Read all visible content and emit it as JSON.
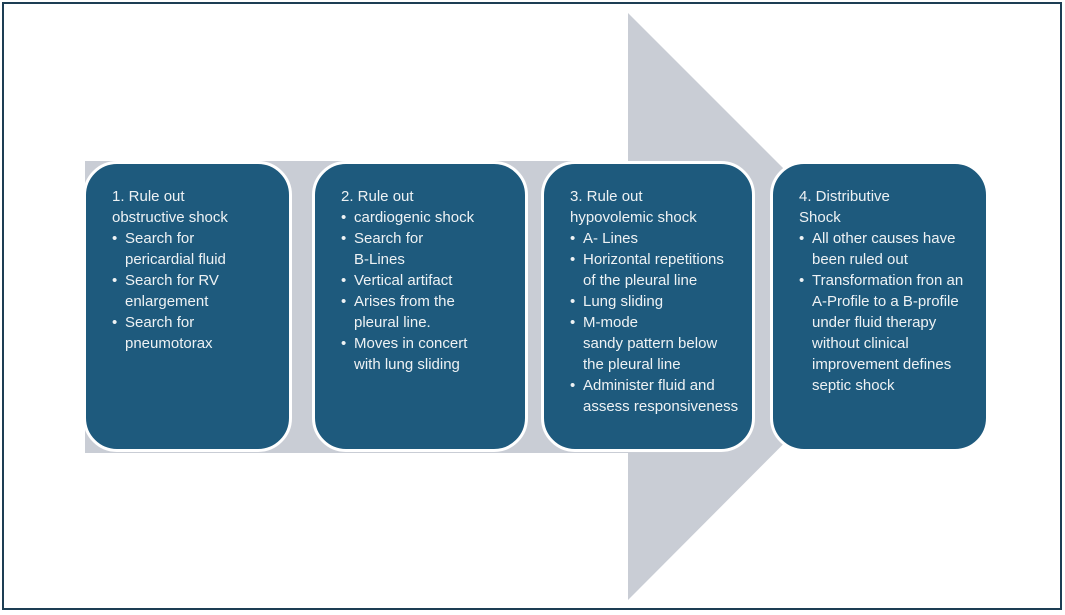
{
  "bullet_char": "•",
  "colors": {
    "box_fill": "#1e5a7d",
    "arrow_fill": "#c9cdd5",
    "frame_border": "#1d3e54",
    "text": "#eef2f4",
    "background": "#ffffff"
  },
  "diagram": {
    "type": "process-arrow",
    "direction": "right",
    "boxes": [
      {
        "heading": "1. Rule out\nobstructive shock",
        "bullets": [
          "Search for\npericardial fluid",
          "Search for RV\nenlargement",
          "Search for\npneumotorax"
        ]
      },
      {
        "heading": "2. Rule out",
        "bullets": [
          "cardiogenic shock",
          "Search for\nB-Lines",
          "Vertical artifact",
          "Arises from the\npleural line.",
          "Moves in concert\nwith lung sliding"
        ]
      },
      {
        "heading": "3. Rule out\nhypovolemic shock",
        "bullets": [
          "A- Lines",
          "Horizontal repetitions\nof the pleural line",
          "Lung sliding",
          "M-mode\nsandy pattern below\nthe pleural line",
          "Administer fluid and\nassess responsiveness"
        ]
      },
      {
        "heading": "4. Distributive\nShock",
        "bullets": [
          "All other causes have\nbeen ruled out",
          "Transformation fron an\nA-Profile to a B-profile\nunder fluid therapy\nwithout clinical\nimprovement defines\nseptic shock"
        ]
      }
    ]
  }
}
